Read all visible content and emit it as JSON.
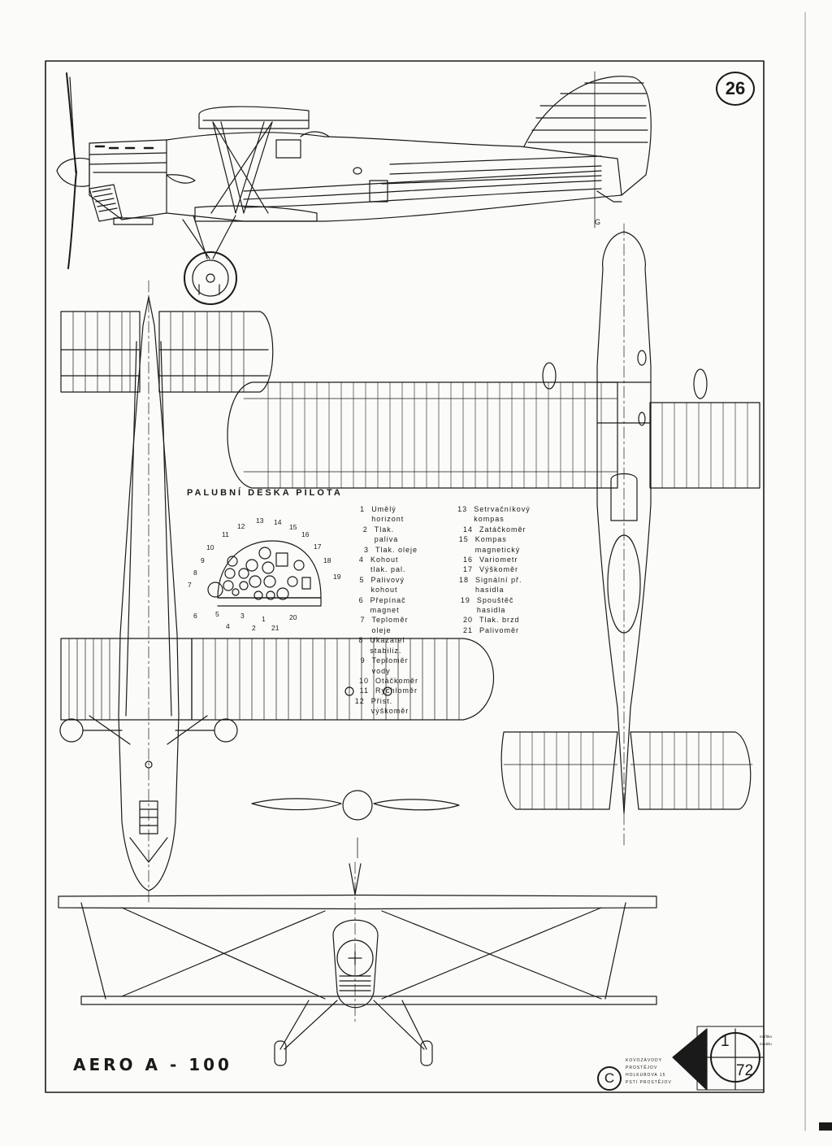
{
  "sheet": {
    "page_number": "26",
    "aircraft_title": "AERO A - 100",
    "view_label": "G",
    "copyright_symbol": "C",
    "publisher_lines": [
      "KOVOZÁVODY",
      "PROSTĚJOV",
      "HOLKUBOVA 15",
      "PSTI PROSTĚJOV"
    ],
    "scale": {
      "numerator": "1",
      "denominator": "72"
    },
    "scale_notes": [
      "meřítko",
      "modelu"
    ]
  },
  "instrument_panel": {
    "title": "PALUBNÍ DESKA PILOTA",
    "callouts": [
      "1",
      "2",
      "3",
      "4",
      "5",
      "6",
      "7",
      "8",
      "9",
      "10",
      "11",
      "12",
      "13",
      "14",
      "15",
      "16",
      "17",
      "18",
      "19",
      "20",
      "21"
    ],
    "legend_left": [
      {
        "num": "1",
        "label": "Umělý horizont"
      },
      {
        "num": "2",
        "label": "Tlak. paliva"
      },
      {
        "num": "3",
        "label": "Tlak. oleje"
      },
      {
        "num": "4",
        "label": "Kohout tlak. pal."
      },
      {
        "num": "5",
        "label": "Palivový kohout"
      },
      {
        "num": "6",
        "label": "Přepínač magnet"
      },
      {
        "num": "7",
        "label": "Teploměr oleje"
      },
      {
        "num": "8",
        "label": "Ukazatel stabiliz."
      },
      {
        "num": "9",
        "label": "Teploměr vody"
      },
      {
        "num": "10",
        "label": "Otáčkoměr"
      },
      {
        "num": "11",
        "label": "Rychloměr"
      },
      {
        "num": "12",
        "label": "Přist. výškoměr"
      }
    ],
    "legend_right": [
      {
        "num": "13",
        "label": "Setrvačníkový kompas"
      },
      {
        "num": "14",
        "label": "Zatáčkoměr"
      },
      {
        "num": "15",
        "label": "Kompas magnetický"
      },
      {
        "num": "16",
        "label": "Variometr"
      },
      {
        "num": "17",
        "label": "Výškoměr"
      },
      {
        "num": "18",
        "label": "Signální př. hasidla"
      },
      {
        "num": "19",
        "label": "Spouštěč hasidla"
      },
      {
        "num": "20",
        "label": "Tlak. brzd"
      },
      {
        "num": "21",
        "label": "Palivoměr"
      }
    ]
  }
}
